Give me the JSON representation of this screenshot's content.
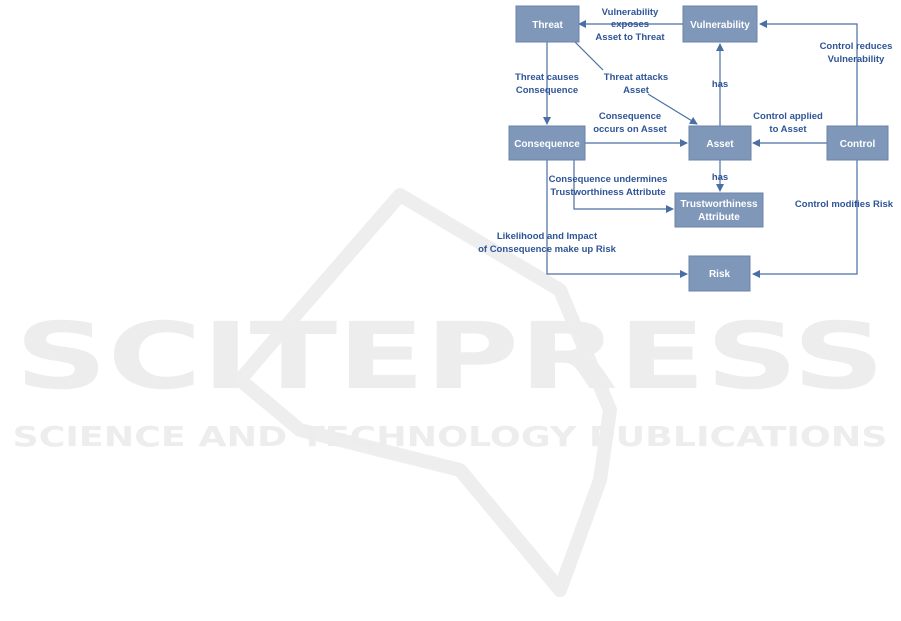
{
  "watermark": {
    "title": "SCITEPRESS",
    "subtitle": "SCIENCE AND TECHNOLOGY PUBLICATIONS"
  },
  "nodes": {
    "threat": "Threat",
    "vulnerability": "Vulnerability",
    "consequence": "Consequence",
    "asset": "Asset",
    "control": "Control",
    "trustworthiness": [
      "Trustworthiness",
      "Attribute"
    ],
    "risk": "Risk"
  },
  "relations": {
    "vulnerability_exposes": [
      "Vulnerability",
      "exposes",
      "Asset to Threat"
    ],
    "control_reduces": [
      "Control reduces",
      "Vulnerability"
    ],
    "threat_causes": [
      "Threat causes",
      "Consequence"
    ],
    "threat_attacks": [
      "Threat attacks",
      "Asset"
    ],
    "asset_has_vulnerability": "has",
    "consequence_occurs": [
      "Consequence",
      "occurs on Asset"
    ],
    "control_applied": [
      "Control applied",
      "to Asset"
    ],
    "consequence_undermines": [
      "Consequence undermines",
      "Trustworthiness Attribute"
    ],
    "asset_has_trustworthiness": "has",
    "control_modifies_risk": "Control modifies Risk",
    "likelihood_impact": [
      "Likelihood and Impact",
      "of Consequence make up Risk"
    ]
  },
  "colors": {
    "node_fill": "#7f97b9",
    "edge": "#4a6fa5",
    "label": "#2f5597",
    "watermark": "#ededed"
  }
}
